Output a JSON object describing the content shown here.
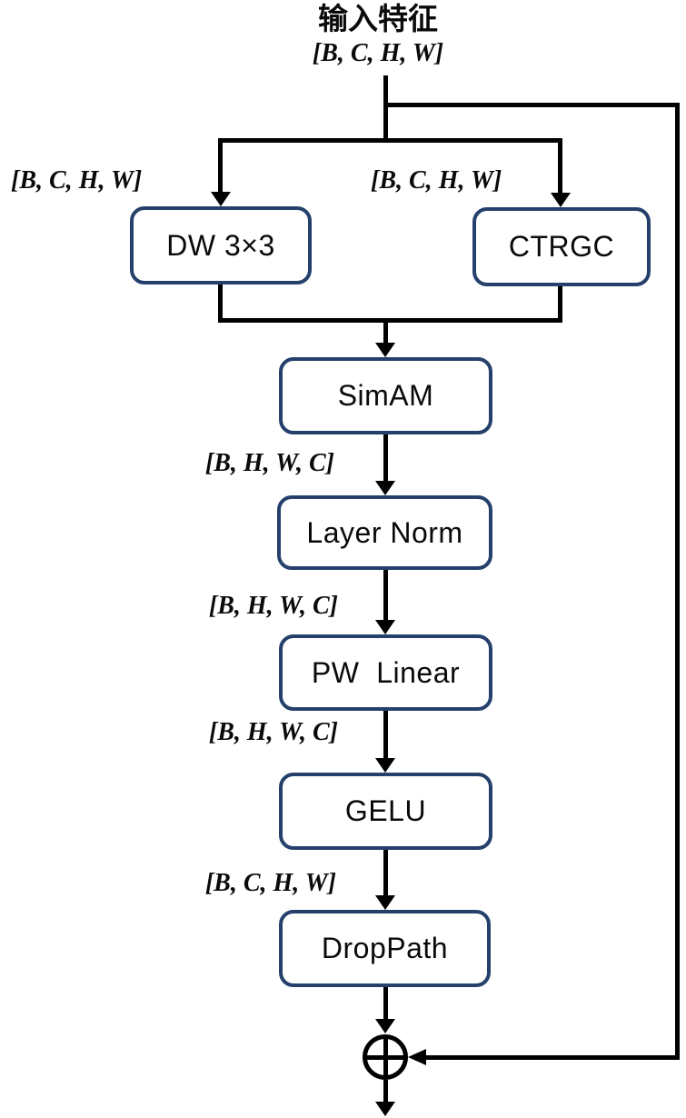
{
  "diagram": {
    "colors": {
      "background": "#ffffff",
      "line": "#000000",
      "box_border": "#24406b",
      "box_fill": "#ffffff",
      "text": "#0a0a0a"
    },
    "input": {
      "title": "输入特征",
      "shape": "[B, C, H, W]"
    },
    "branch_labels": {
      "left_shape": "[B, C, H, W]",
      "right_shape": "[B, C, H, W]"
    },
    "nodes": {
      "dw": {
        "label": "DW 3×3"
      },
      "ctrgc": {
        "label": "CTRGC"
      },
      "simam": {
        "label": "SimAM"
      },
      "layer_norm": {
        "label": "Layer Norm"
      },
      "pw_linear": {
        "label": "PW  Linear"
      },
      "gelu": {
        "label": "GELU"
      },
      "drop_path": {
        "label": "DropPath"
      }
    },
    "edge_labels": {
      "after_simam": "[B, H, W, C]",
      "after_layer_norm": "[B, H, W, C]",
      "after_pw_linear": "[B, H, W, C]",
      "after_gelu": "[B, C, H, W]"
    },
    "operators": {
      "sum": "circled-plus"
    }
  }
}
